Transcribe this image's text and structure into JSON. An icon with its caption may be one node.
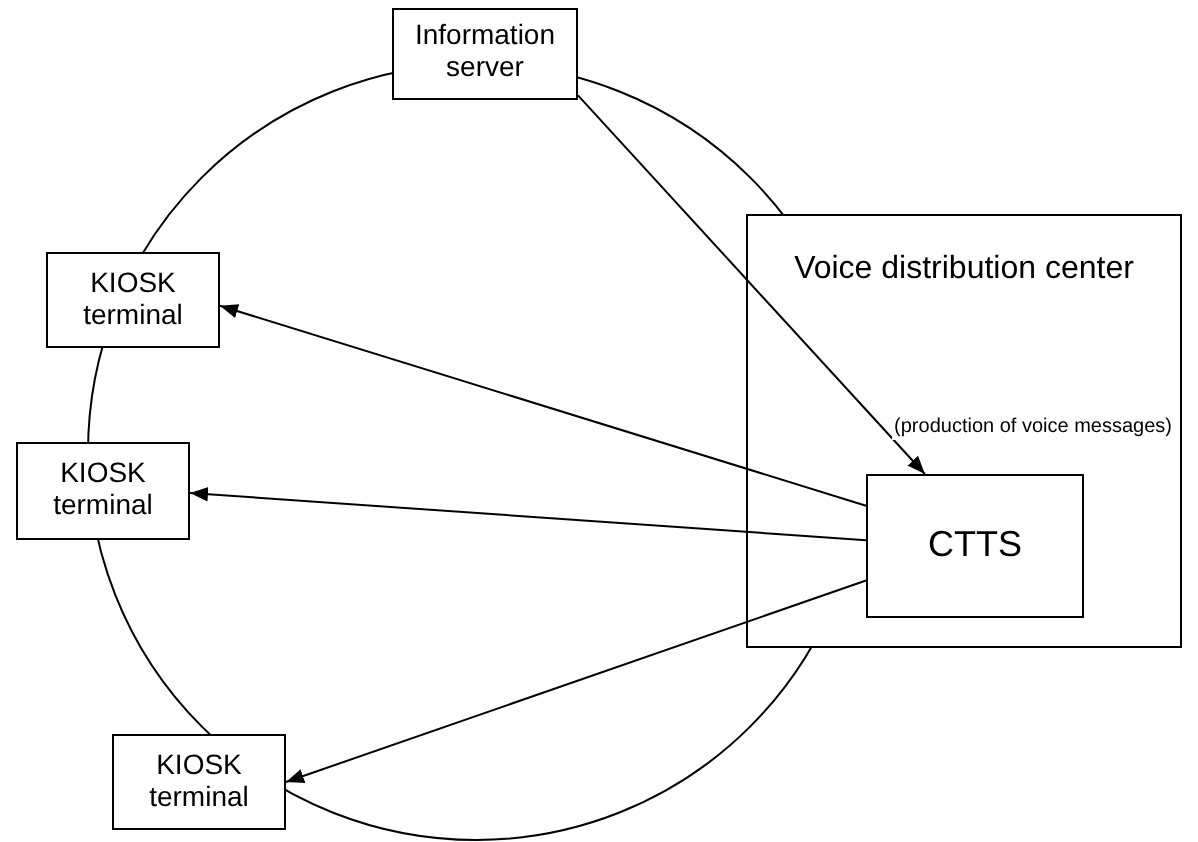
{
  "diagram": {
    "nodes": [
      {
        "text": [
          "Information server"
        ]
      },
      {
        "text": [
          "KIOSK terminal"
        ]
      },
      {
        "text": [
          "Voice distribution center",
          "(production of voice messages)"
        ]
      },
      {
        "text": [
          "KIOSK terminal"
        ]
      },
      {
        "text": [
          "CTTS"
        ],
        "in": 2
      },
      {
        "text": [
          "KIOSK terminal"
        ]
      }
    ],
    "edges": [
      {
        "from": 0,
        "to": 4,
        "arrow": "to"
      },
      {
        "from": 4,
        "to": 1,
        "arrow": "to"
      },
      {
        "from": 4,
        "to": 3,
        "arrow": "to"
      },
      {
        "from": 4,
        "to": 5,
        "arrow": "to"
      }
    ]
  }
}
